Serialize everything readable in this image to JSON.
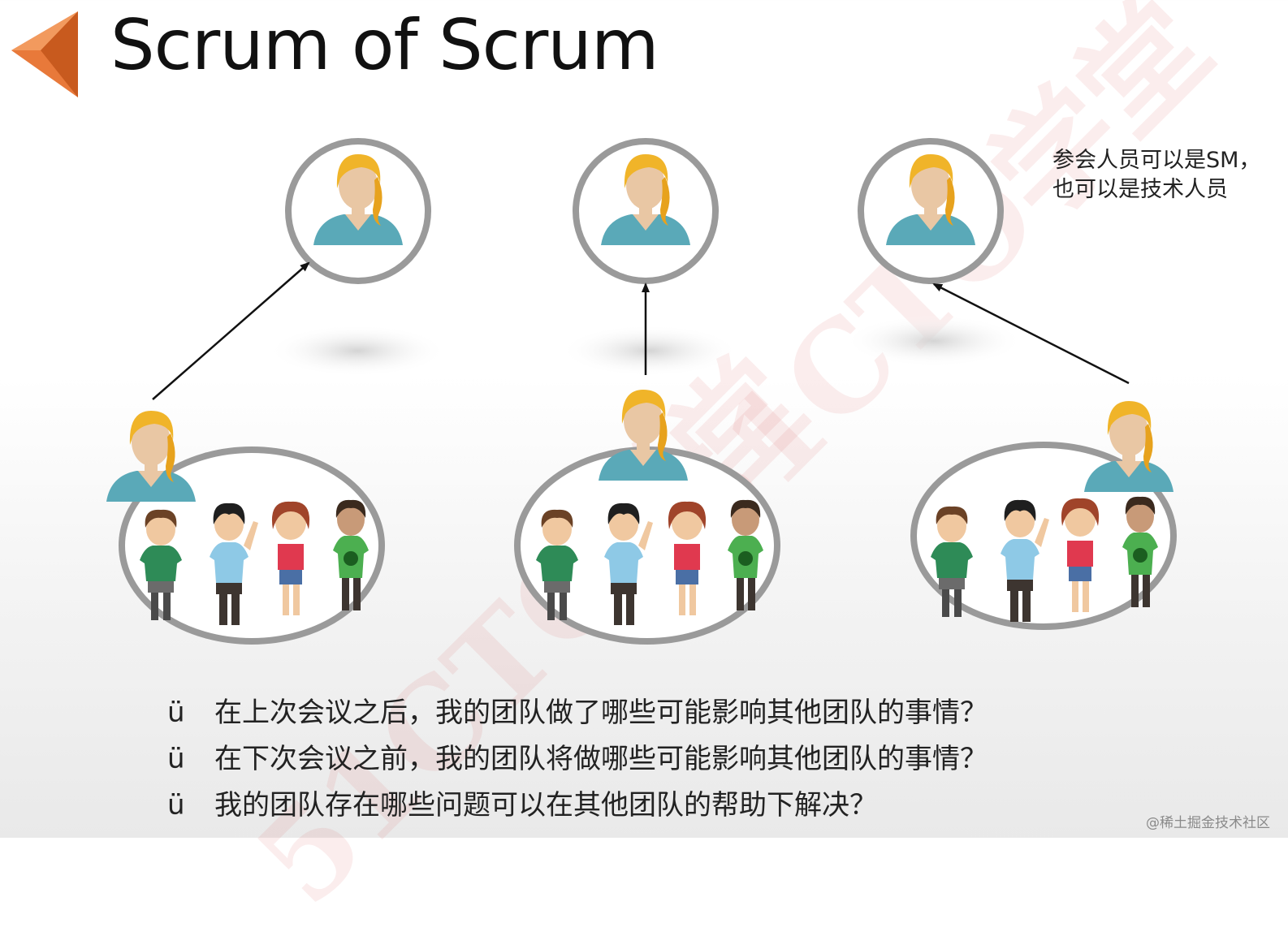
{
  "slide": {
    "title": "Scrum of Scrum",
    "accent_color": "#e8793a"
  },
  "side_note": {
    "line1": "参会人员可以是SM，",
    "line2": "也可以是技术人员"
  },
  "questions": {
    "bullet": "ü",
    "items": [
      "在上次会议之后，我的团队做了哪些可能影响其他团队的事情？",
      "在下次会议之前，我的团队将做哪些可能影响其他团队的事情？",
      "我的团队存在哪些问题可以在其他团队的帮助下解决？"
    ]
  },
  "watermark": {
    "text": "51CTO学堂"
  },
  "credit": "@稀土掘金技术社区",
  "icons": [
    "title-arrow-icon",
    "representative-avatar-icon",
    "team-member-icon",
    "scrum-master-avatar-icon",
    "up-arrow-icon"
  ]
}
